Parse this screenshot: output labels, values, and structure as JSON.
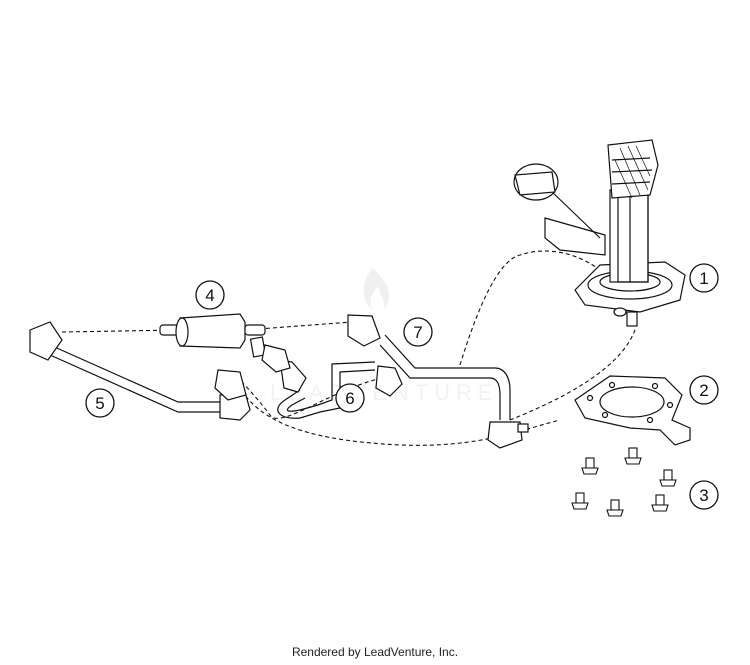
{
  "diagram": {
    "callouts": [
      "1",
      "2",
      "3",
      "4",
      "5",
      "6",
      "7"
    ],
    "watermark_text": "LEADVENTURE"
  },
  "footer": {
    "credit": "Rendered by LeadVenture, Inc."
  }
}
